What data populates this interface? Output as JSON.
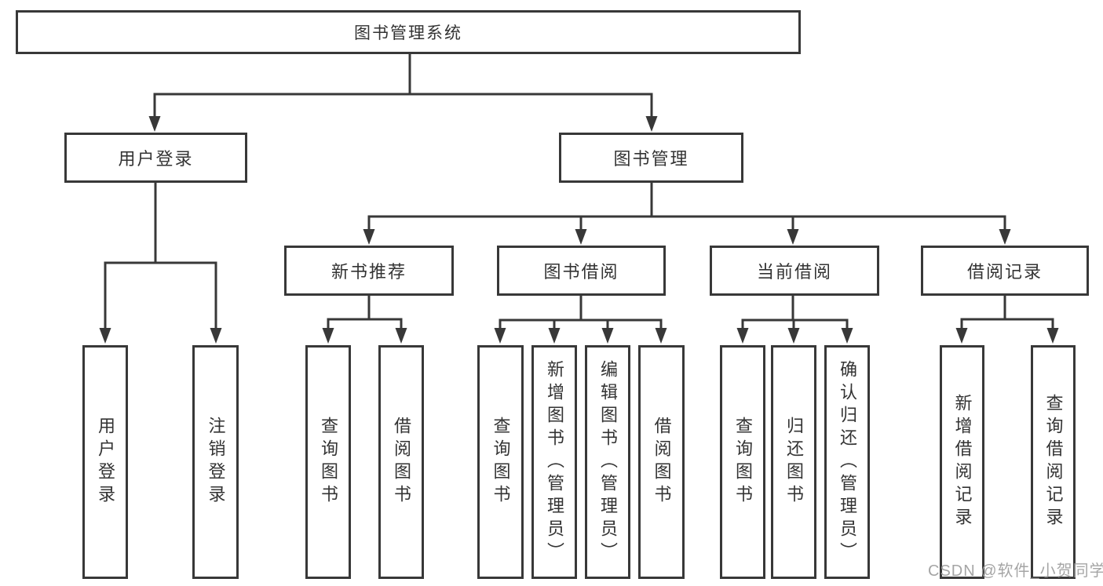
{
  "diagram": {
    "root": {
      "label": "图书管理系统"
    },
    "branches": [
      {
        "label": "用户登录",
        "children": [
          {
            "label": "用户登录"
          },
          {
            "label": "注销登录"
          }
        ]
      },
      {
        "label": "图书管理",
        "sections": [
          {
            "label": "新书推荐",
            "children": [
              {
                "label": "查询图书"
              },
              {
                "label": "借阅图书"
              }
            ]
          },
          {
            "label": "图书借阅",
            "children": [
              {
                "label": "查询图书"
              },
              {
                "label": "新增图书（管理员）"
              },
              {
                "label": "编辑图书（管理员）"
              },
              {
                "label": "借阅图书"
              }
            ]
          },
          {
            "label": "当前借阅",
            "children": [
              {
                "label": "查询图书"
              },
              {
                "label": "归还图书"
              },
              {
                "label": "确认归还（管理员）"
              }
            ]
          },
          {
            "label": "借阅记录",
            "children": [
              {
                "label": "新增借阅记录"
              },
              {
                "label": "查询借阅记录"
              }
            ]
          }
        ]
      }
    ]
  },
  "watermark": {
    "text": "CSDN @软件_小贺同学"
  },
  "colors": {
    "line": "#383838",
    "box_border": "#383838",
    "text": "#333333",
    "watermark": "#9e9e9e",
    "background": "#ffffff"
  }
}
